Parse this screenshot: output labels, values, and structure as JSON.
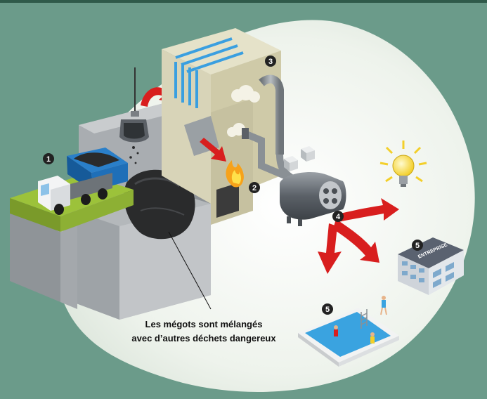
{
  "diagram": {
    "caption_line1": "Les mégots sont mélangés",
    "caption_line2": "avec d’autres déchets dangereux",
    "markers": [
      "1",
      "2",
      "3",
      "4",
      "5",
      "5"
    ],
    "building_sign": "ENTREPRISE"
  },
  "colors": {
    "background": "#6b9b8a",
    "halo": "#eef3ec",
    "arrow_red": "#d81e1e",
    "pool_blue": "#3aa3e0",
    "truck_blue": "#1f6fb8",
    "grass_green": "#9cc23a"
  }
}
